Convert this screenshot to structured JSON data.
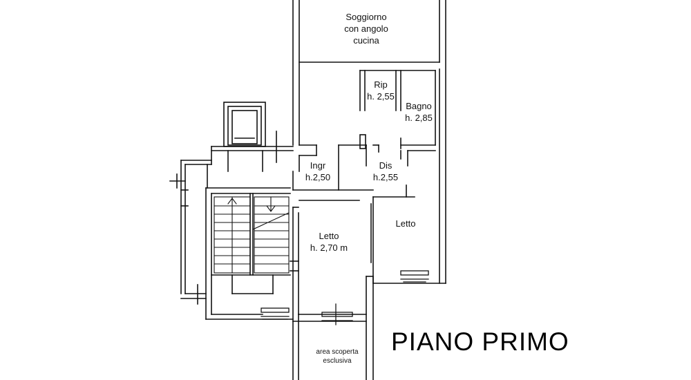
{
  "rooms": {
    "soggiorno": [
      "Soggiorno",
      "con angolo",
      "cucina"
    ],
    "rip": [
      "Rip",
      "h. 2,55"
    ],
    "bagno": [
      "Bagno",
      "h. 2,85"
    ],
    "ingr": [
      "Ingr",
      "h.2,50"
    ],
    "dis": [
      "Dis",
      "h.2,55"
    ],
    "letto_left": [
      "Letto",
      "h. 2,70 m"
    ],
    "letto_right": [
      "Letto"
    ],
    "area": [
      "area scoperta",
      "esclusiva"
    ]
  },
  "title": "PIANO PRIMO"
}
